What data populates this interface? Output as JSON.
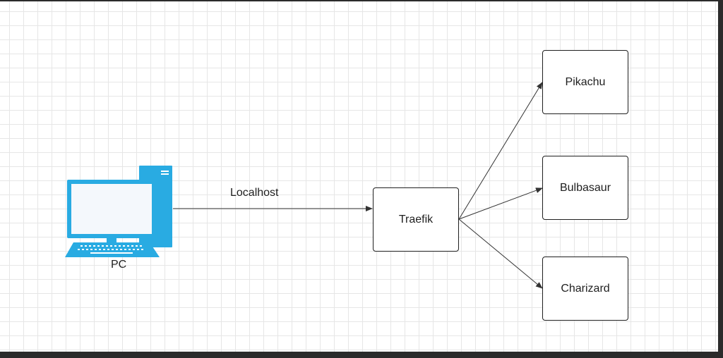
{
  "diagram": {
    "nodes": {
      "pc": {
        "label": "PC",
        "icon": "desktop-computer-icon"
      },
      "traefik": {
        "label": "Traefik"
      },
      "pikachu": {
        "label": "Pikachu"
      },
      "bulbasaur": {
        "label": "Bulbasaur"
      },
      "charizard": {
        "label": "Charizard"
      }
    },
    "edges": [
      {
        "from": "pc",
        "to": "traefik",
        "label": "Localhost"
      },
      {
        "from": "traefik",
        "to": "pikachu",
        "label": ""
      },
      {
        "from": "traefik",
        "to": "bulbasaur",
        "label": ""
      },
      {
        "from": "traefik",
        "to": "charizard",
        "label": ""
      }
    ],
    "colors": {
      "icon": "#29abe2",
      "stroke": "#1f1f1f",
      "edge": "#333333",
      "grid": "#e6e6e6"
    }
  }
}
